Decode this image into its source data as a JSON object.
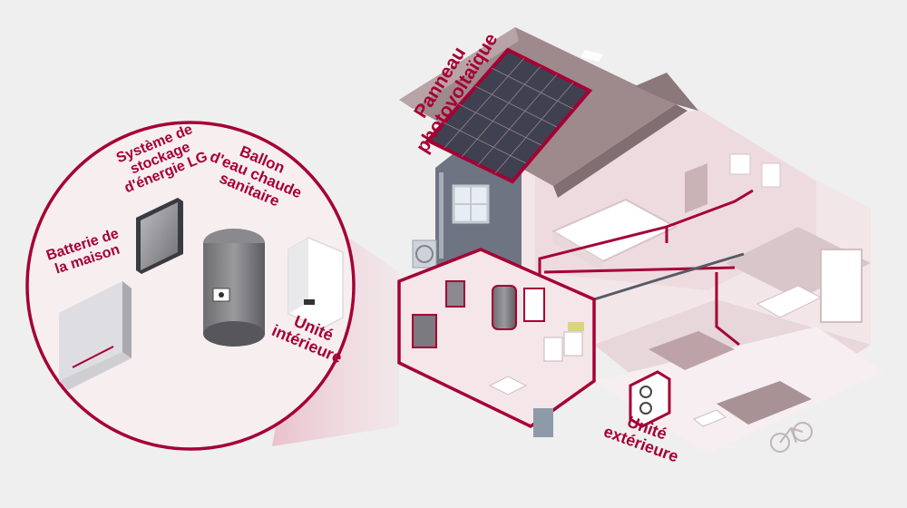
{
  "labels": {
    "photovoltaic_panel": "Panneau\nphotovoltaïque",
    "energy_storage": "Système de\nstockage\nd'énergie LG",
    "home_battery": "Batterie de\nla maison",
    "hot_water_tank": "Ballon\nd'eau chaude\nsanitaire",
    "indoor_unit": "Unité\nintérieure",
    "outdoor_unit": "Unité\nextérieure"
  },
  "colors": {
    "accent": "#a50034",
    "background": "#efefef",
    "house_wall": "#f4e7e9",
    "roof": "#a08b8e",
    "solar_panel": "#3f4150",
    "circle_fill": "#f7eef0"
  },
  "icons": {
    "solar": "solar-panel-icon",
    "storage": "energy-storage-icon",
    "battery": "home-battery-icon",
    "tank": "hot-water-tank-icon",
    "indoor": "indoor-unit-icon",
    "outdoor": "outdoor-unit-icon"
  }
}
